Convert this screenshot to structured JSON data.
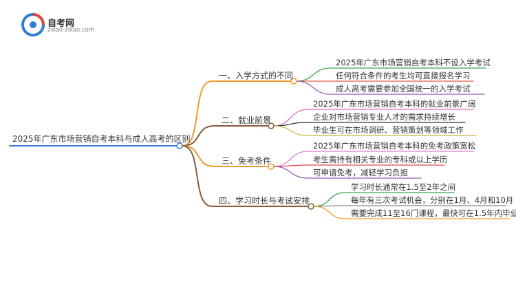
{
  "logo": {
    "title": "自考网",
    "subtitle": "zikao-zikao.com",
    "colors": {
      "blue": "#2f7fd0",
      "red": "#e2453c"
    }
  },
  "root": {
    "label": "2025年广东市场营销自考本科与成人高考的区别",
    "color": "#3b7dd8"
  },
  "branches": [
    {
      "label": "一、入学方式的不同",
      "color": "#f39a2b",
      "leaves": [
        {
          "label": "2025年广东市场营销自考本科不设入学考试",
          "color": "#36a84f"
        },
        {
          "label": "任何符合条件的考生均可直接报名学习",
          "color": "#e05a4f"
        },
        {
          "label": "成人高考需要参加全国统一的入学考试",
          "color": "#9b59b6"
        }
      ]
    },
    {
      "label": "二、就业前景",
      "color": "#8a5a3c",
      "leaves": [
        {
          "label": "2025年广东市场营销自考本科的就业前景广阔",
          "color": "#d96bc7"
        },
        {
          "label": "企业对市场营销专业人才的需求持续增长",
          "color": "#333333"
        },
        {
          "label": "毕业生可在市场调研、营销策划等领域工作",
          "color": "#c9b43a"
        }
      ]
    },
    {
      "label": "三、免考条件",
      "color": "#f39a2b",
      "leaves": [
        {
          "label": "2025年广东市场营销自考本科的免考政策宽松",
          "color": "#e07ad0"
        },
        {
          "label": "考生需持有相关专业的专科或以上学历",
          "color": "#e04a44"
        },
        {
          "label": "可申请免考，减轻学习负担",
          "color": "#9b59b6"
        }
      ]
    },
    {
      "label": "四、学习时长与考试安排",
      "color": "#8a5a3c",
      "leaves": [
        {
          "label": "学习时长通常在1.5至2年之间",
          "color": "#36a84f"
        },
        {
          "label": "每年有三次考试机会，分别在1月、4月和10月",
          "color": "#888888"
        },
        {
          "label": "需要完成11至16门课程，最快可在1.5年内毕业",
          "color": "#f39a2b"
        }
      ]
    }
  ]
}
